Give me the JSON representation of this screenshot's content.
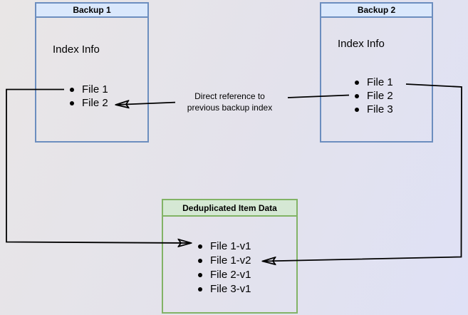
{
  "diagram": {
    "colors": {
      "bg_start": "#e9e6e6",
      "bg_mid": "#e3e2ec",
      "bg_end": "#dfe1f6",
      "blue_fill": "#dae8fc",
      "blue_border": "#6c8ebf",
      "green_fill": "#d5e8d4",
      "green_border": "#82b366",
      "line": "#000000",
      "text": "#000000"
    },
    "nodes": {
      "backup1": {
        "title": "Backup 1",
        "section_label": "Index Info",
        "items": [
          "File 1",
          "File 2"
        ]
      },
      "backup2": {
        "title": "Backup 2",
        "section_label": "Index Info",
        "items": [
          "File 1",
          "File 2",
          "File 3"
        ]
      },
      "dedup": {
        "title": "Deduplicated Item Data",
        "items": [
          "File 1-v1",
          "File 1-v2",
          "File 2-v1",
          "File 3-v1"
        ]
      }
    },
    "annotation": {
      "line1": "Direct reference to",
      "line2": "previous backup index"
    },
    "connectors": [
      {
        "from": "Backup 2 / File 2",
        "to": "Backup 1 / File 2",
        "label": "Direct reference to previous backup index"
      },
      {
        "from": "Backup 1 / File 1",
        "to": "Deduplicated Item Data / File 1-v1",
        "label": ""
      },
      {
        "from": "Backup 2 / File 1",
        "to": "Deduplicated Item Data / File 1-v2",
        "label": ""
      }
    ]
  }
}
